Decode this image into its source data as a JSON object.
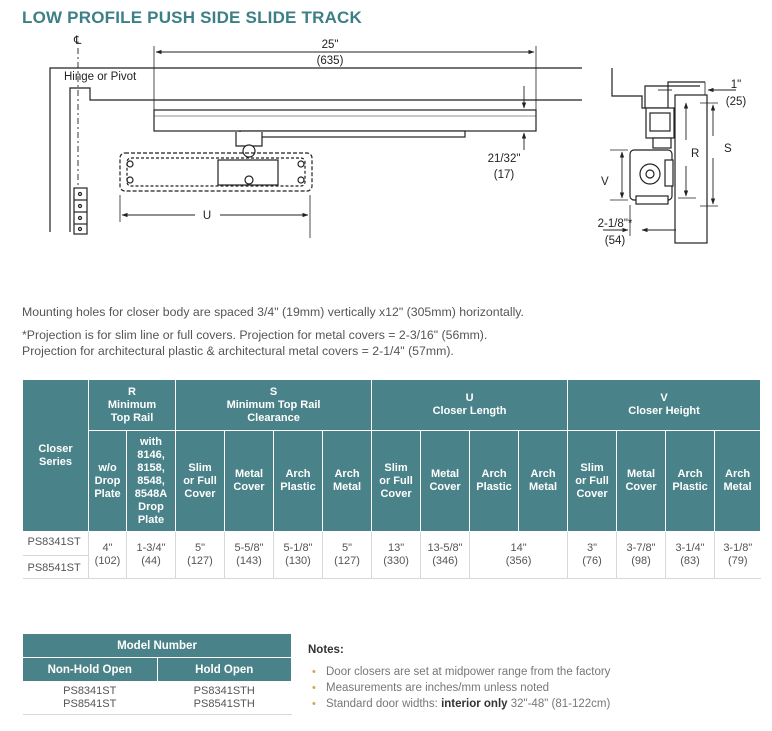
{
  "title": "LOW PROFILE PUSH SIDE SLIDE TRACK",
  "drawing": {
    "centerline_symbol": "℄",
    "hinge_label": "Hinge or Pivot",
    "dim_25_in": "25\"",
    "dim_25_mm": "(635)",
    "dim_2132_in": "21/32\"",
    "dim_2132_mm": "(17)",
    "label_u": "U",
    "dim_1_in": "1\"",
    "dim_1_mm": "(25)",
    "label_r": "R",
    "label_s": "S",
    "label_v": "V",
    "dim_218_in": "2-1/8\"*",
    "dim_218_mm": "(54)"
  },
  "notes_text": {
    "line1": "Mounting holes for closer body are spaced 3/4\" (19mm) vertically x12\" (305mm) horizontally.",
    "line2": "*Projection is for slim line or full covers. Projection for metal covers = 2-3/16\" (56mm).",
    "line3": "Projection for architectural plastic & architectural metal covers = 2-1/4\" (57mm)."
  },
  "spec_table": {
    "closer_series_header": "Closer Series",
    "groups": {
      "r": [
        "R",
        "Minimum",
        "Top Rail"
      ],
      "s": [
        "S",
        "Minimum Top Rail",
        "Clearance"
      ],
      "u": [
        "U",
        "Closer Length"
      ],
      "v": [
        "V",
        "Closer Height"
      ]
    },
    "subheaders": [
      [
        "w/o",
        "Drop",
        "Plate"
      ],
      [
        "with",
        "8146,",
        "8158,",
        "8548,",
        "8548A",
        "Drop",
        "Plate"
      ],
      [
        "Slim",
        "or Full",
        "Cover"
      ],
      [
        "Metal",
        "Cover"
      ],
      [
        "Arch",
        "Plastic"
      ],
      [
        "Arch",
        "Metal"
      ],
      [
        "Slim",
        "or Full",
        "Cover"
      ],
      [
        "Metal",
        "Cover"
      ],
      [
        "Arch",
        "Plastic"
      ],
      [
        "Arch",
        "Metal"
      ],
      [
        "Slim",
        "or Full",
        "Cover"
      ],
      [
        "Metal",
        "Cover"
      ],
      [
        "Arch",
        "Plastic"
      ],
      [
        "Arch",
        "Metal"
      ]
    ],
    "series": [
      "PS8341ST",
      "PS8541ST"
    ],
    "values": {
      "r_wo": [
        "4\"",
        "(102)"
      ],
      "r_with": [
        "1-3/4\"",
        "(44)"
      ],
      "s_slim": [
        "5\"",
        "(127)"
      ],
      "s_metal": [
        "5-5/8\"",
        "(143)"
      ],
      "s_arch_plastic": [
        "5-1/8\"",
        "(130)"
      ],
      "s_arch_metal": [
        "5\"",
        "(127)"
      ],
      "u_slim": [
        "13\"",
        "(330)"
      ],
      "u_metal": [
        "13-5/8\"",
        "(346)"
      ],
      "u_arch": [
        "14\"",
        "(356)"
      ],
      "v_slim": [
        "3\"",
        "(76)"
      ],
      "v_metal": [
        "3-7/8\"",
        "(98)"
      ],
      "v_arch_plastic": [
        "3-1/4\"",
        "(83)"
      ],
      "v_arch_metal": [
        "3-1/8\"",
        "(79)"
      ]
    }
  },
  "model_table": {
    "header": "Model Number",
    "col1_header": "Non-Hold Open",
    "col2_header": "Hold Open",
    "non_hold_open": [
      "PS8341ST",
      "PS8541ST"
    ],
    "hold_open": [
      "PS8341STH",
      "PS8541STH"
    ]
  },
  "notes": {
    "title": "Notes:",
    "item1": "Door closers are set at midpower range from the factory",
    "item2": "Measurements are inches/mm unless noted",
    "item3_pre": "Standard door widths: ",
    "item3_bold": "interior only",
    "item3_post": " 32\"-48\" (81-122cm)"
  }
}
